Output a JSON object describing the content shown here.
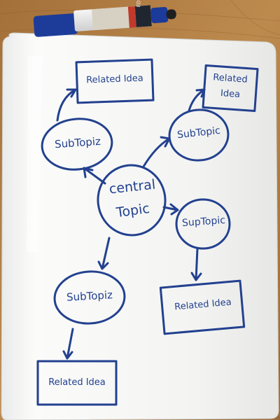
{
  "board": {
    "central": {
      "label_line1": "central",
      "label_line2": "Topic"
    },
    "subtopics": [
      {
        "label": "SubTopiz"
      },
      {
        "label": "SubTopic"
      },
      {
        "label": "SupTopic"
      },
      {
        "label": "SubTopiz"
      }
    ],
    "ideas": [
      {
        "label": "Related Idea"
      },
      {
        "label_line1": "Related",
        "label_line2": "Idea"
      },
      {
        "label": "Related Idea"
      },
      {
        "label": "Related Idea"
      }
    ]
  },
  "marker": {
    "brand": "EDDING",
    "cap_color": "#1d3c9a",
    "body_color": "#e8e8e8"
  },
  "colors": {
    "ink": "#23418f",
    "board": "#f4f5f3",
    "table": "#b07a3e"
  }
}
